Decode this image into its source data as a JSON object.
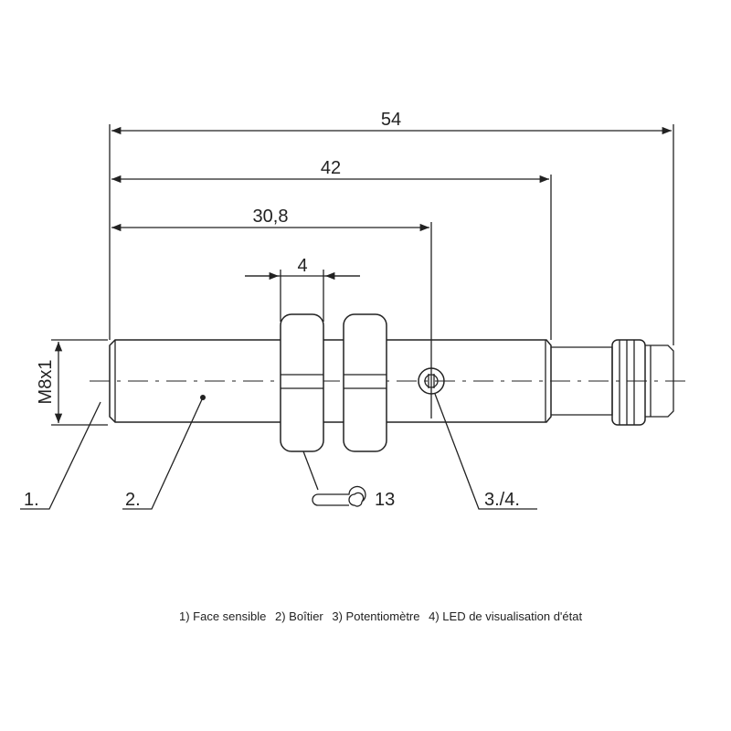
{
  "dimensions": {
    "overall_length": "54",
    "body_to_connector": "42",
    "body_to_potentiometer": "30,8",
    "nut_width": "4",
    "thread": "M8x1",
    "wrench_size": "13"
  },
  "callouts": {
    "sensing_face": "1.",
    "housing": "2.",
    "potentiometer_led": "3./4."
  },
  "legend": [
    "1) Face sensible",
    "2) Boîtier",
    "3) Potentiomètre",
    "4) LED de visualisation d'état"
  ],
  "colors": {
    "line": "#222222",
    "background": "#ffffff"
  }
}
